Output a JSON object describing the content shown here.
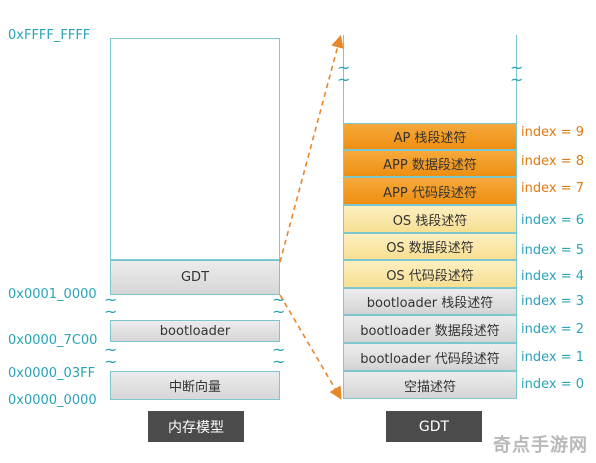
{
  "memory": {
    "addresses": {
      "top": "0xFFFF_FFFF",
      "a10000": "0x0001_0000",
      "a7c00": "0x0000_7C00",
      "a03ff": "0x0000_03FF",
      "a0000": "0x0000_0000"
    },
    "blocks": {
      "gdt": "GDT",
      "bootloader": "bootloader",
      "ivt": "中断向量"
    },
    "caption": "内存模型"
  },
  "gdt_table": {
    "rows": [
      {
        "label": "AP 栈段述符",
        "index": "index = 9",
        "tone": "orange"
      },
      {
        "label": "APP 数据段述符",
        "index": "index = 8",
        "tone": "orange"
      },
      {
        "label": "APP 代码段述符",
        "index": "index = 7",
        "tone": "orange"
      },
      {
        "label": "OS 栈段述符",
        "index": "index = 6",
        "tone": "yellow"
      },
      {
        "label": "OS 数据段述符",
        "index": "index = 5",
        "tone": "yellow"
      },
      {
        "label": "OS 代码段述符",
        "index": "index = 4",
        "tone": "yellow"
      },
      {
        "label": "bootloader 栈段述符",
        "index": "index = 3",
        "tone": "gray"
      },
      {
        "label": "bootloader 数据段述符",
        "index": "index = 2",
        "tone": "gray"
      },
      {
        "label": "bootloader 代码段述符",
        "index": "index = 1",
        "tone": "gray"
      },
      {
        "label": "空描述符",
        "index": "index = 0",
        "tone": "gray"
      }
    ],
    "caption": "GDT"
  },
  "watermark": "奇点手游网",
  "colors": {
    "accent": "#2aa3b8",
    "arrow": "#e8862a",
    "orange": "#ee8f12",
    "yellow": "#f7df92"
  }
}
